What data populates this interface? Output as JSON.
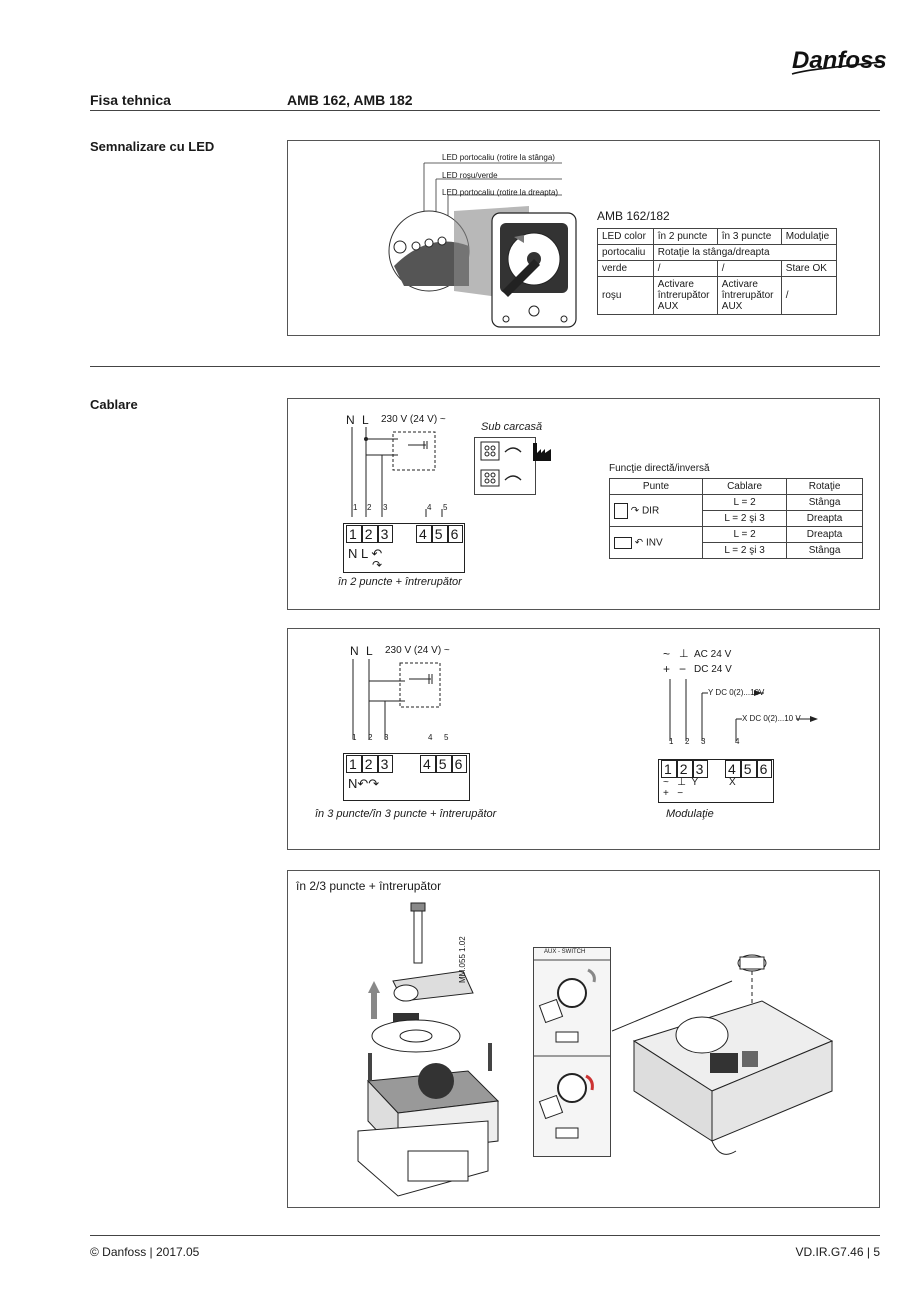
{
  "header": {
    "brand": "Danfoss",
    "doc_type": "Fisa tehnica",
    "product": "AMB 162, AMB 182"
  },
  "led_section": {
    "title": "Semnalizare cu LED",
    "callouts": [
      "LED portocaliu (rotire la stânga)",
      "LED roşu/verde",
      "LED portocaliu (rotire la dreapta)"
    ],
    "table_title": "AMB 162/182",
    "table_head": [
      "LED color",
      "în 2 puncte",
      "în 3 puncte",
      "Modulaţie"
    ],
    "row_orange": {
      "label": "portocaliu",
      "merged": "Rotaţie la stânga/dreapta"
    },
    "row_green": [
      "verde",
      "/",
      "/",
      "Stare OK"
    ],
    "row_red": {
      "label": "roşu",
      "c2": [
        "Activare",
        "întrerupător",
        "AUX"
      ],
      "c3": [
        "Activare",
        "întrerupător",
        "AUX"
      ],
      "c4": "/"
    }
  },
  "wiring_section": {
    "title": "Cablare",
    "supply_label": "230 V (24 V) ~",
    "N": "N",
    "L": "L",
    "term_small": [
      "1",
      "2",
      "3",
      "4",
      "5"
    ],
    "terminals": [
      "1",
      "2",
      "3",
      "4",
      "5",
      "6"
    ],
    "caption_2pt": "în 2 puncte + întrerupător",
    "sub_carcasa": "Sub carcasă",
    "func_title": "Funcţie directă/inversă",
    "func_head": [
      "Punte",
      "Cablare",
      "Rotaţie"
    ],
    "dir_label": "DIR",
    "inv_label": "INV",
    "func_rows": [
      [
        "L = 2",
        "Stânga"
      ],
      [
        "L = 2 şi 3",
        "Dreapta"
      ],
      [
        "L = 2",
        "Dreapta"
      ],
      [
        "L = 2 şi 3",
        "Stânga"
      ]
    ],
    "caption_3pt": "în 3 puncte/în 3 puncte + întrerupător",
    "mod_ac": "AC 24 V",
    "mod_dc": "DC 24 V",
    "mod_y": "Y DC 0(2)...10V",
    "mod_x": "X DC 0(2)...10 V",
    "mod_sym_tilde": "~",
    "mod_sym_perp": "⊥",
    "mod_sym_plus": "+",
    "mod_sym_minus": "−",
    "mod_Y": "Y",
    "mod_X": "X",
    "caption_mod": "Modulaţie"
  },
  "install_section": {
    "title": "în 2/3 puncte + întrerupător",
    "aux_label": "AUX - SWITCH",
    "code": "MM.055 1.02"
  },
  "footer": {
    "left": "© Danfoss | 2017.05",
    "right": "VD.IR.G7.46 | 5"
  }
}
